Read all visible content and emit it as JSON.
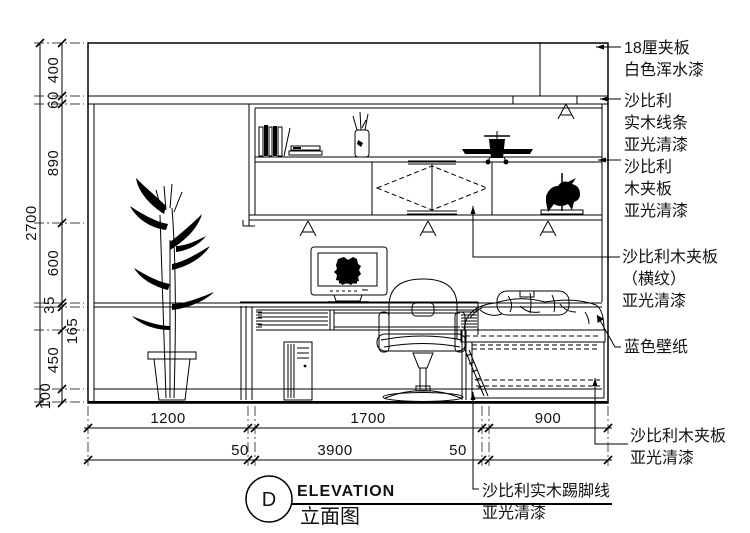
{
  "drawing": {
    "detail_mark": "D",
    "title_en": "ELEVATION",
    "title_zh": "立面图",
    "colors": {
      "line": "#000000",
      "background": "#ffffff"
    },
    "annotations": [
      {
        "lines": [
          "18厘夹板",
          "白色浑水漆"
        ]
      },
      {
        "lines": [
          "沙比利",
          "实木线条",
          "亚光清漆"
        ]
      },
      {
        "lines": [
          "沙比利",
          "木夹板",
          "亚光清漆"
        ]
      },
      {
        "lines": [
          "沙比利木夹板",
          "（横纹）",
          "亚光清漆"
        ]
      },
      {
        "lines": [
          "蓝色壁纸"
        ]
      },
      {
        "lines": [
          "沙比利木夹板",
          "亚光清漆"
        ]
      },
      {
        "lines": [
          "沙比利实木踢脚线",
          "亚光清漆"
        ]
      }
    ],
    "dimensions": {
      "vertical_total": "2700",
      "vertical_segments": [
        "400",
        "60",
        "890",
        "600",
        "35",
        "165",
        "450",
        "100"
      ],
      "horizontal_segments": [
        "1200",
        "1700",
        "900"
      ],
      "horizontal_row2": [
        "50",
        "3900",
        "50"
      ]
    }
  }
}
